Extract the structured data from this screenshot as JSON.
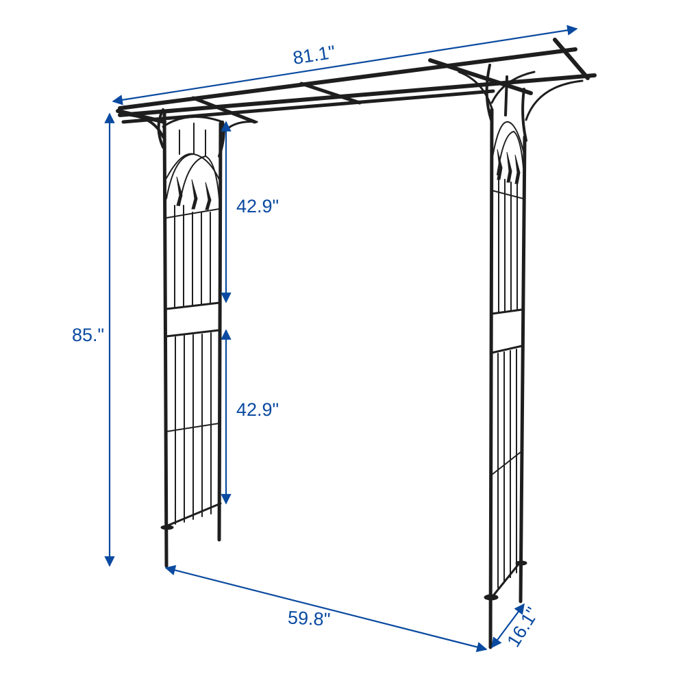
{
  "diagram": {
    "subject": "Garden arch arbor with trellis side panels",
    "colors": {
      "dimension": "#0a4aa0",
      "frame": "#1e1e1e",
      "background": "#ffffff"
    },
    "dimensions": {
      "overall_width": {
        "label": "81.1\"",
        "orientation": "top roof length"
      },
      "overall_height": {
        "label": "85.\"",
        "orientation": "left vertical"
      },
      "upper_panel_height": {
        "label": "42.9\"",
        "orientation": "upper side panel"
      },
      "lower_panel_height": {
        "label": "42.9\"",
        "orientation": "lower side panel"
      },
      "base_width": {
        "label": "59.8\"",
        "orientation": "bottom inner width"
      },
      "depth": {
        "label": "16.1\"",
        "orientation": "bottom right depth"
      }
    }
  }
}
